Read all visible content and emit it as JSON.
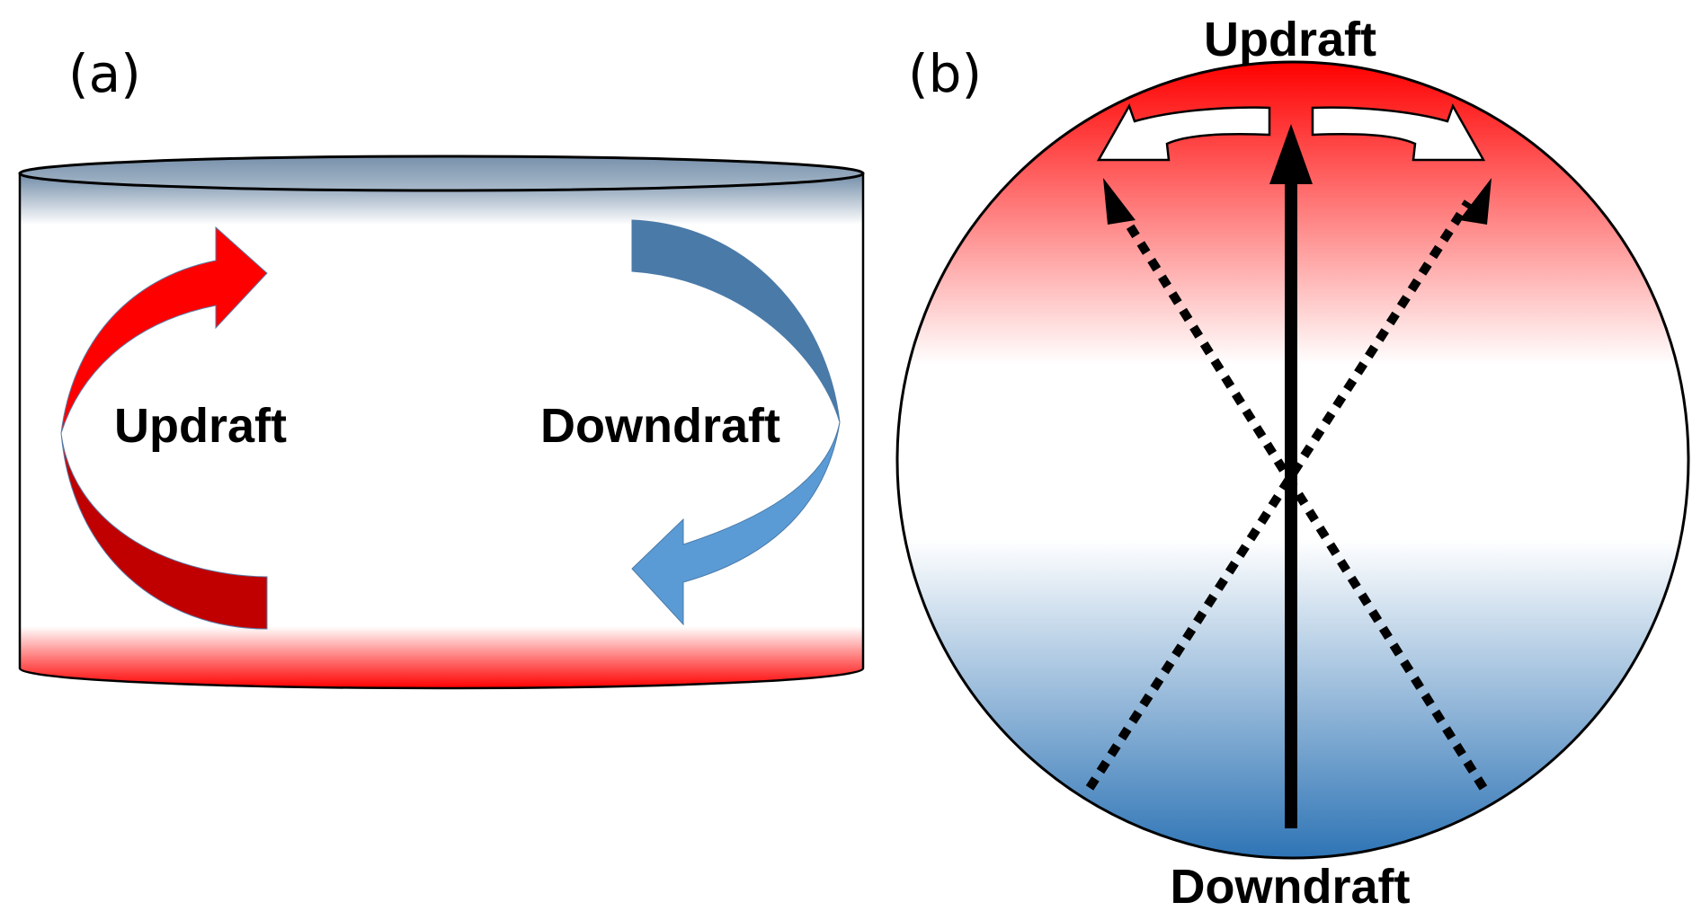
{
  "panels": [
    {
      "label": "(a)",
      "shape": "cylinder",
      "arrows": [
        {
          "name": "updraft",
          "text": "Updraft",
          "color_top": "#ff0000",
          "color_bottom": "#c00000",
          "direction": "rising"
        },
        {
          "name": "downdraft",
          "text": "Downdraft",
          "color_top": "#4a7aa8",
          "color_bottom": "#5b9bd5",
          "direction": "sinking"
        }
      ],
      "top_color": "#7891ab",
      "bottom_color": "#ff0000"
    },
    {
      "label": "(b)",
      "shape": "ellipse",
      "top_text": "Updraft",
      "bottom_text": "Downdraft",
      "top_color": "#ff0000",
      "bottom_color": "#2e74b5"
    }
  ]
}
